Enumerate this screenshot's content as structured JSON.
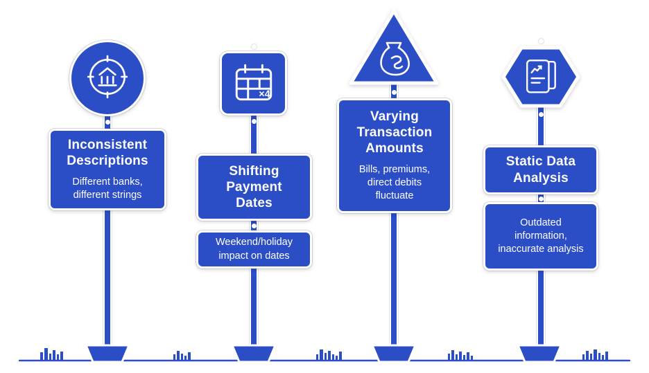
{
  "figure": {
    "accent_blue": "#2b4ec6",
    "text_color": "#ffffff",
    "background": "#ffffff"
  },
  "posts": [
    {
      "id": "inconsistent-descriptions",
      "shape": "circle",
      "icon": "bank-target-icon",
      "title": "Inconsistent Descriptions",
      "subtitle": "Different banks, different strings"
    },
    {
      "id": "shifting-payment-dates",
      "shape": "rounded-square",
      "icon": "calendar-icon",
      "badge": "×4",
      "title": "Shifting Payment Dates",
      "subtitle": "Weekend/holiday impact on dates"
    },
    {
      "id": "varying-transaction-amounts",
      "shape": "triangle",
      "icon": "money-bag-icon",
      "title": "Varying Transaction Amounts",
      "subtitle": "Bills, premiums, direct debits fluctuate"
    },
    {
      "id": "static-data-analysis",
      "shape": "hexagon",
      "icon": "document-chart-icon",
      "title": "Static Data Analysis",
      "subtitle": "Outdated information, inaccurate analysis"
    }
  ]
}
